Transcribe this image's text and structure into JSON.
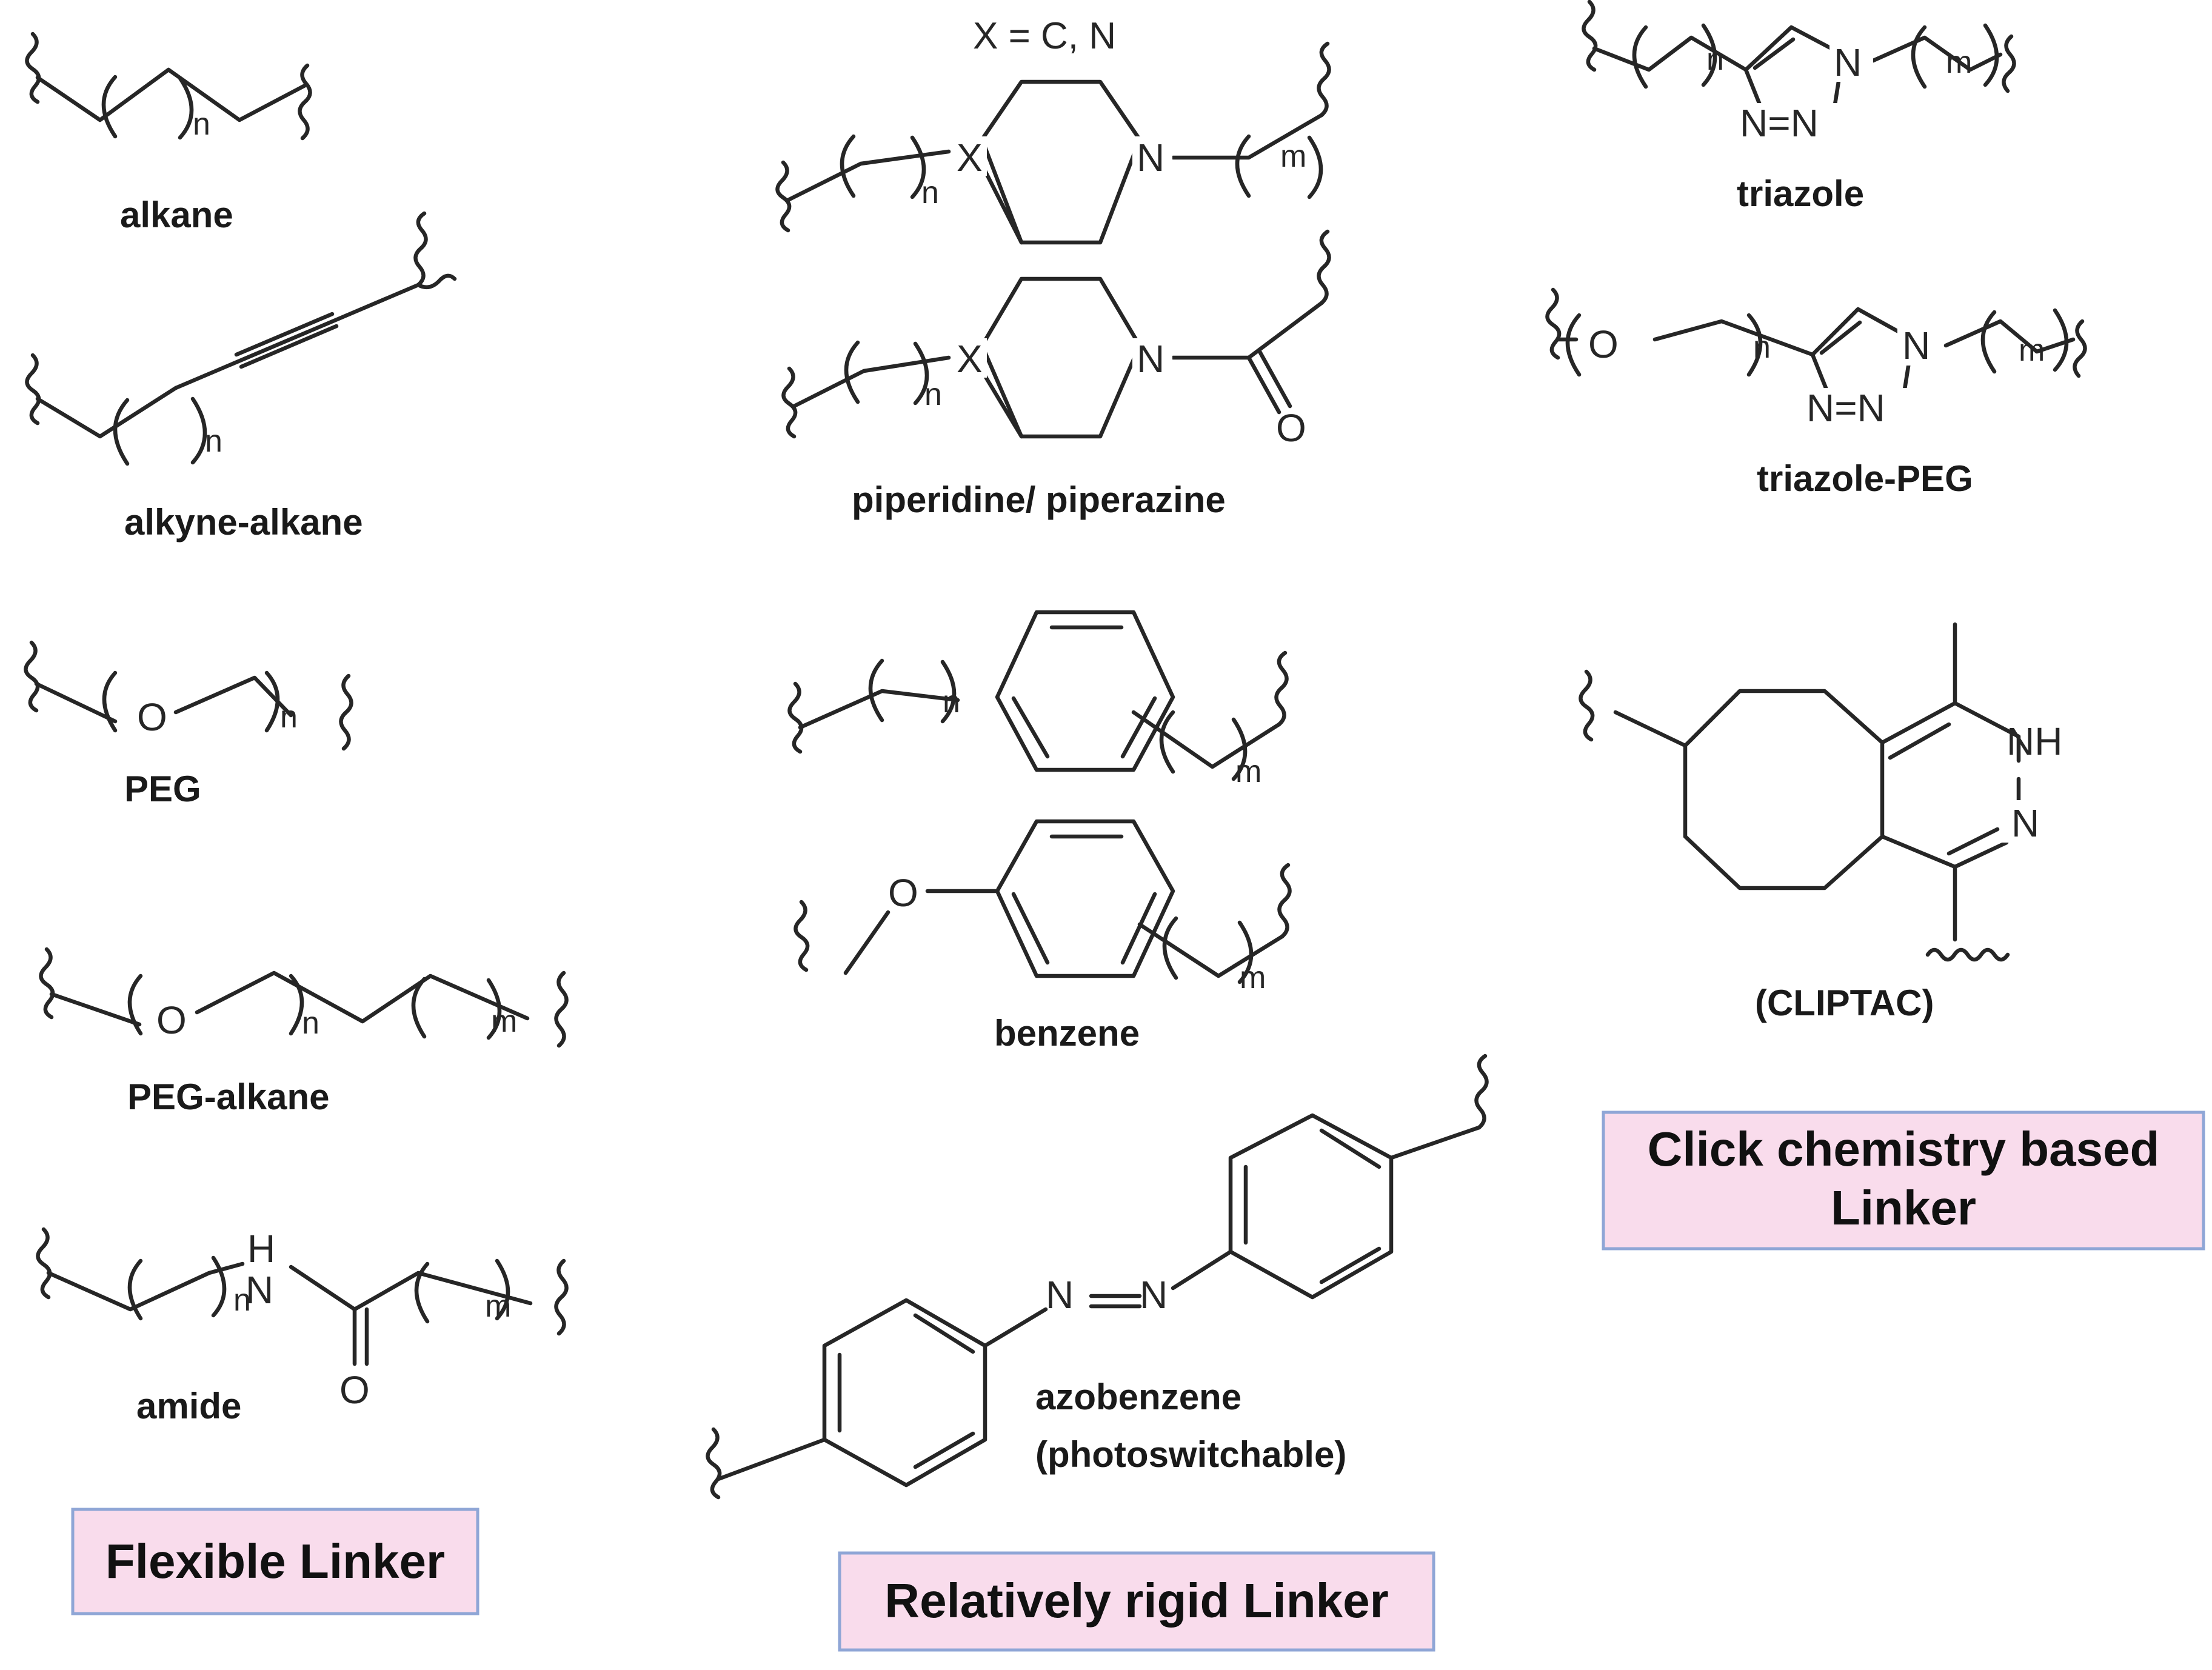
{
  "header_note": "X = C, N",
  "atoms": {
    "O": "O",
    "N": "N",
    "H": "H",
    "X": "X",
    "NH": "NH",
    "N=N": "N=N"
  },
  "subscripts": {
    "n": "n",
    "m": "m"
  },
  "structures": {
    "alkane": "alkane",
    "alkyne_alkane": "alkyne-alkane",
    "peg": "PEG",
    "peg_alkane": "PEG-alkane",
    "amide": "amide",
    "piperidine_piperazine": "piperidine/ piperazine",
    "benzene": "benzene",
    "azobenzene": "azobenzene",
    "azobenzene_note": "(photoswitchable)",
    "triazole": "triazole",
    "triazole_peg": "triazole-PEG",
    "cliptac": "(CLIPTAC)"
  },
  "categories": {
    "flexible": "Flexible Linker",
    "rigid": "Relatively rigid Linker",
    "click_line1": "Click chemistry based",
    "click_line2": "Linker"
  },
  "colors": {
    "box_fill": "#f9dcec",
    "box_border": "#8fa6d6",
    "ink": "#262626"
  }
}
